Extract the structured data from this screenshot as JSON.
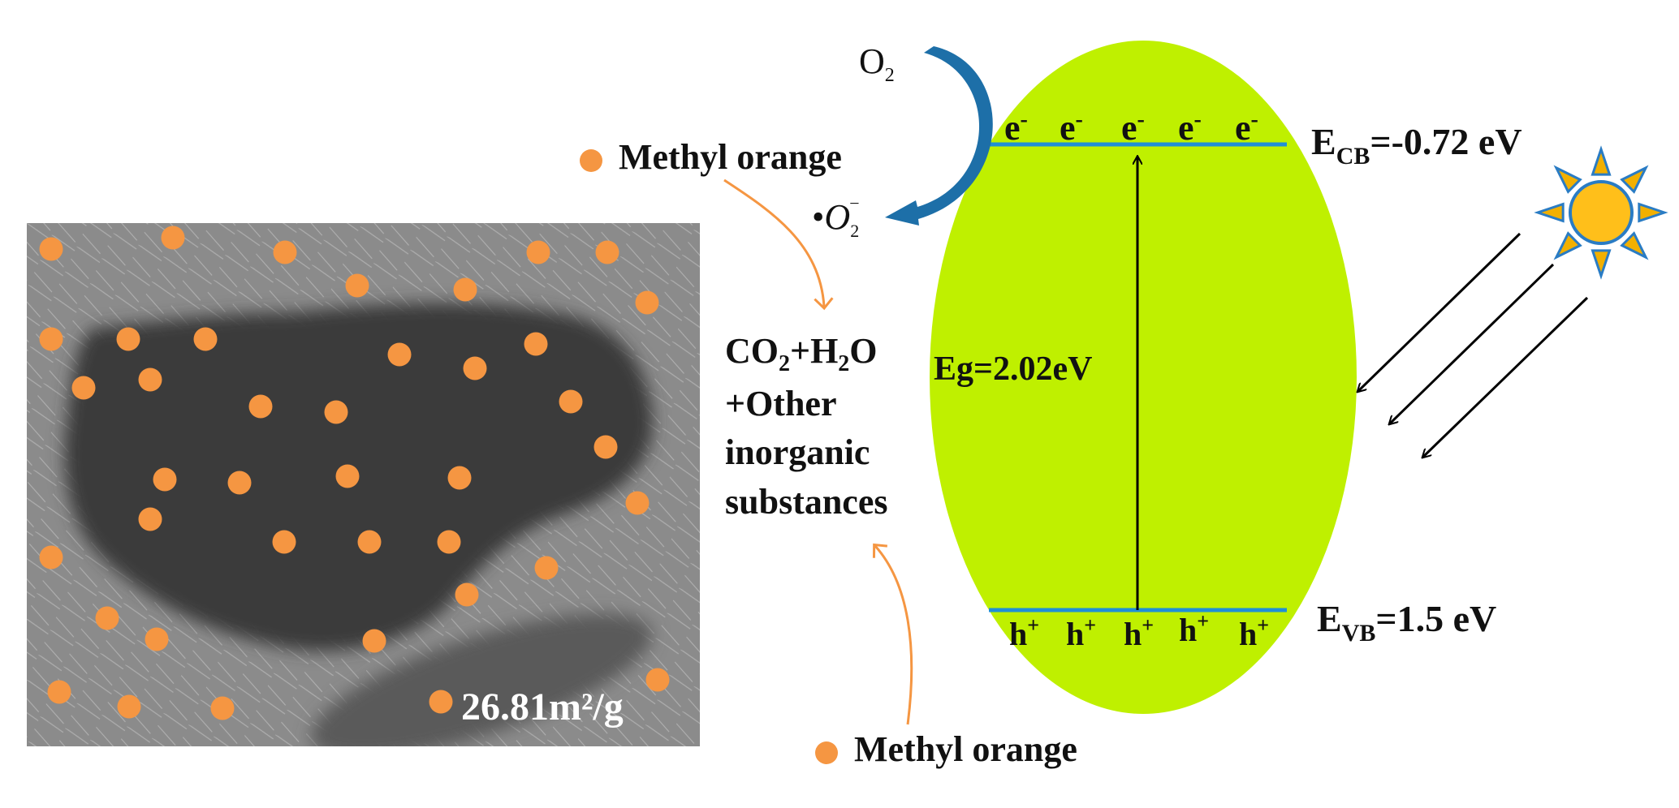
{
  "colors": {
    "dot": "#f59642",
    "ellipse": "#bff000",
    "band": "#1f8fd6",
    "o2_arrow": "#1d6fa8",
    "orange_arrow": "#f59642",
    "sun_core": "#ffbf1a",
    "sun_ray": "#f2b000",
    "sun_outline": "#2a7cc4"
  },
  "sem": {
    "surface_area": "26.81m²/g"
  },
  "legend": {
    "methyl_orange_top": "Methyl orange",
    "methyl_orange_bottom": "Methyl orange"
  },
  "reaction": {
    "o2": "O",
    "o2_sub": "2",
    "superoxide_dot": "•",
    "superoxide": "O",
    "superoxide_sub": "2",
    "superoxide_sup": "−"
  },
  "products": {
    "line1_a": "CO",
    "line1_sub1": "2",
    "line1_b": "+H",
    "line1_sub2": "2",
    "line1_c": "O",
    "line2": "+Other",
    "line3": "inorganic",
    "line4": "substances"
  },
  "band": {
    "electron_base": "e",
    "electron_sup": "-",
    "hole_base": "h",
    "hole_sup": "+",
    "electron_count": 5,
    "hole_count": 5,
    "eg_label": "Eg=2.02eV",
    "ecb_main": "E",
    "ecb_sub": "CB",
    "ecb_value": "=-0.72 eV",
    "evb_main": "E",
    "evb_sub": "VB",
    "evb_value": "=1.5 eV"
  }
}
